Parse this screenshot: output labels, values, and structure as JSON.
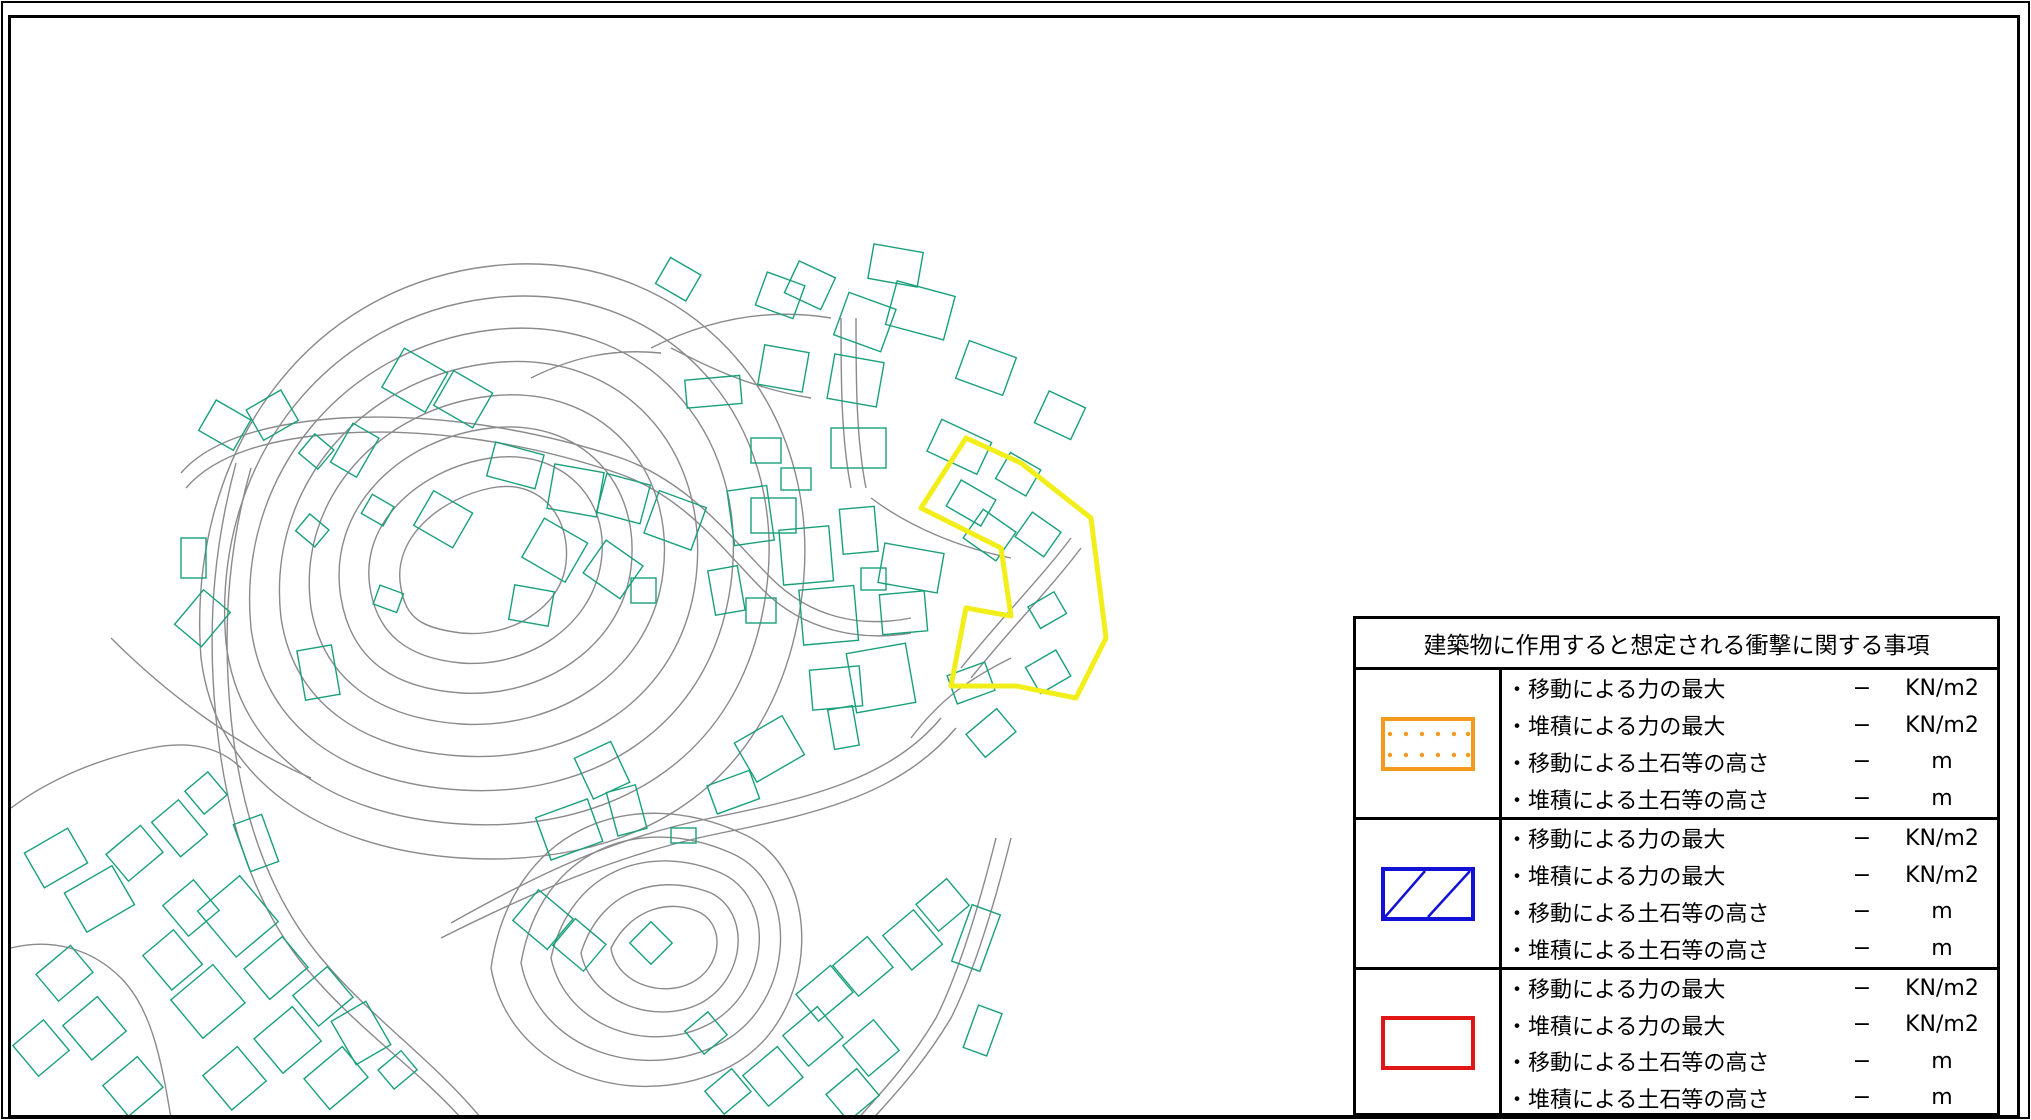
{
  "legend": {
    "title": "建築物に作用すると想定される衝撃に関する事項",
    "groups": [
      {
        "swatch_icon": "orange-dotted-rect-icon",
        "color": "#f39a1c",
        "rows": [
          {
            "label": "・移動による力の最大",
            "value": "−",
            "unit": "KN/m2"
          },
          {
            "label": "・堆積による力の最大",
            "value": "−",
            "unit": "KN/m2"
          },
          {
            "label": "・移動による土石等の高さ",
            "value": "−",
            "unit": "m"
          },
          {
            "label": "・堆積による土石等の高さ",
            "value": "−",
            "unit": "m"
          }
        ]
      },
      {
        "swatch_icon": "blue-hatched-rect-icon",
        "color": "#1212d6",
        "rows": [
          {
            "label": "・移動による力の最大",
            "value": "−",
            "unit": "KN/m2"
          },
          {
            "label": "・堆積による力の最大",
            "value": "−",
            "unit": "KN/m2"
          },
          {
            "label": "・移動による土石等の高さ",
            "value": "−",
            "unit": "m"
          },
          {
            "label": "・堆積による土石等の高さ",
            "value": "−",
            "unit": "m"
          }
        ]
      },
      {
        "swatch_icon": "red-rect-icon",
        "color": "#e11616",
        "rows": [
          {
            "label": "・移動による力の最大",
            "value": "−",
            "unit": "KN/m2"
          },
          {
            "label": "・堆積による力の最大",
            "value": "−",
            "unit": "KN/m2"
          },
          {
            "label": "・移動による土石等の高さ",
            "value": "−",
            "unit": "m"
          },
          {
            "label": "・堆積による土石等の高さ",
            "value": "−",
            "unit": "m"
          }
        ]
      }
    ]
  },
  "map": {
    "building_color": "#19a07a",
    "contour_color": "#8a8a8a",
    "area_outline_color": "#f2ee1a"
  }
}
